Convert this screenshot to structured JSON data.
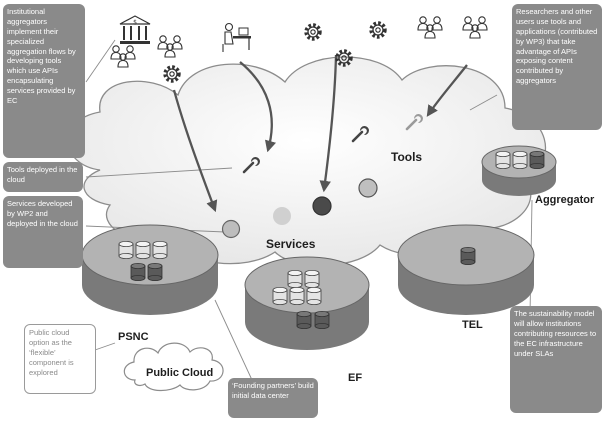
{
  "callouts": {
    "institutional": "Institutional aggregators implement their specialized aggregation flows by developing tools which use APIs encapsulating services provided by EC",
    "researchers": "Researchers and other users use tools and applications (contributed by WP3) that take advantage of APIs exposing content contributed by aggregators",
    "tools_cloud": "Tools deployed in the cloud",
    "services_wp2": "Services developed by WP2 and deployed in the cloud",
    "public_cloud_option": "Public cloud option as the ‘flexible’ component is explored",
    "founding": "‘Founding partners’ build initial data center",
    "sustainability": "The sustainability model will allow institutions contributing resources to the EC infrastructure under SLAs"
  },
  "labels": {
    "tools": "Tools",
    "services": "Services",
    "aggregator": "Aggregator",
    "psnc": "PSNC",
    "tel": "TEL",
    "ef": "EF",
    "public_cloud": "Public Cloud"
  },
  "icons": [
    "bank-icon",
    "person-at-desk-icon",
    "user-group-icon",
    "gear-icon",
    "wrench-icon",
    "database-icon",
    "service-node-icon"
  ],
  "colors": {
    "callout_fill": "#8a8a8a",
    "cloud_fill": "#f2f2f2",
    "cloud_stroke": "#8c8c8c",
    "disk_top": "#b3b3b3",
    "disk_side": "#7a7a7a",
    "db_dark": "#5a5a5a",
    "db_light": "#e4e4e4",
    "service_dark": "#4a4a4a",
    "service_light": "#c9c9c9"
  }
}
